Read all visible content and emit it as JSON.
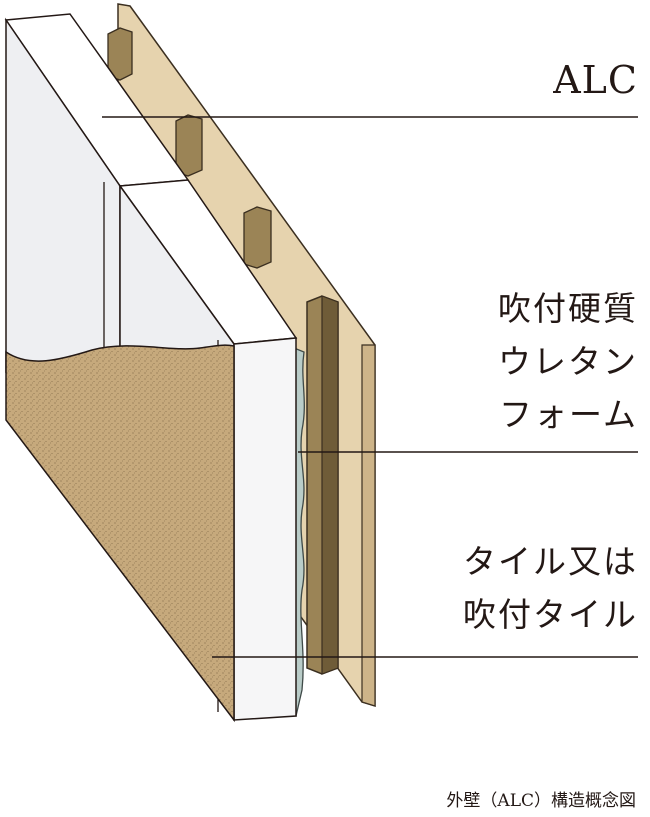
{
  "labels": {
    "alc": "ALC",
    "foam": [
      "吹付硬質",
      "ウレタン",
      "フォーム"
    ],
    "tile": [
      "タイル又は",
      "吹付タイル"
    ]
  },
  "caption": "外壁（ALC）構造概念図",
  "colors": {
    "panel_face": "#eeeff2",
    "panel_edge": "#ffffff",
    "tile_sand": "#c6a97c",
    "foam": "#b9ccc8",
    "stud": "#9b8456",
    "stud_dark": "#6f5c38",
    "board": "#e6d3ae",
    "leader": "#231815"
  }
}
